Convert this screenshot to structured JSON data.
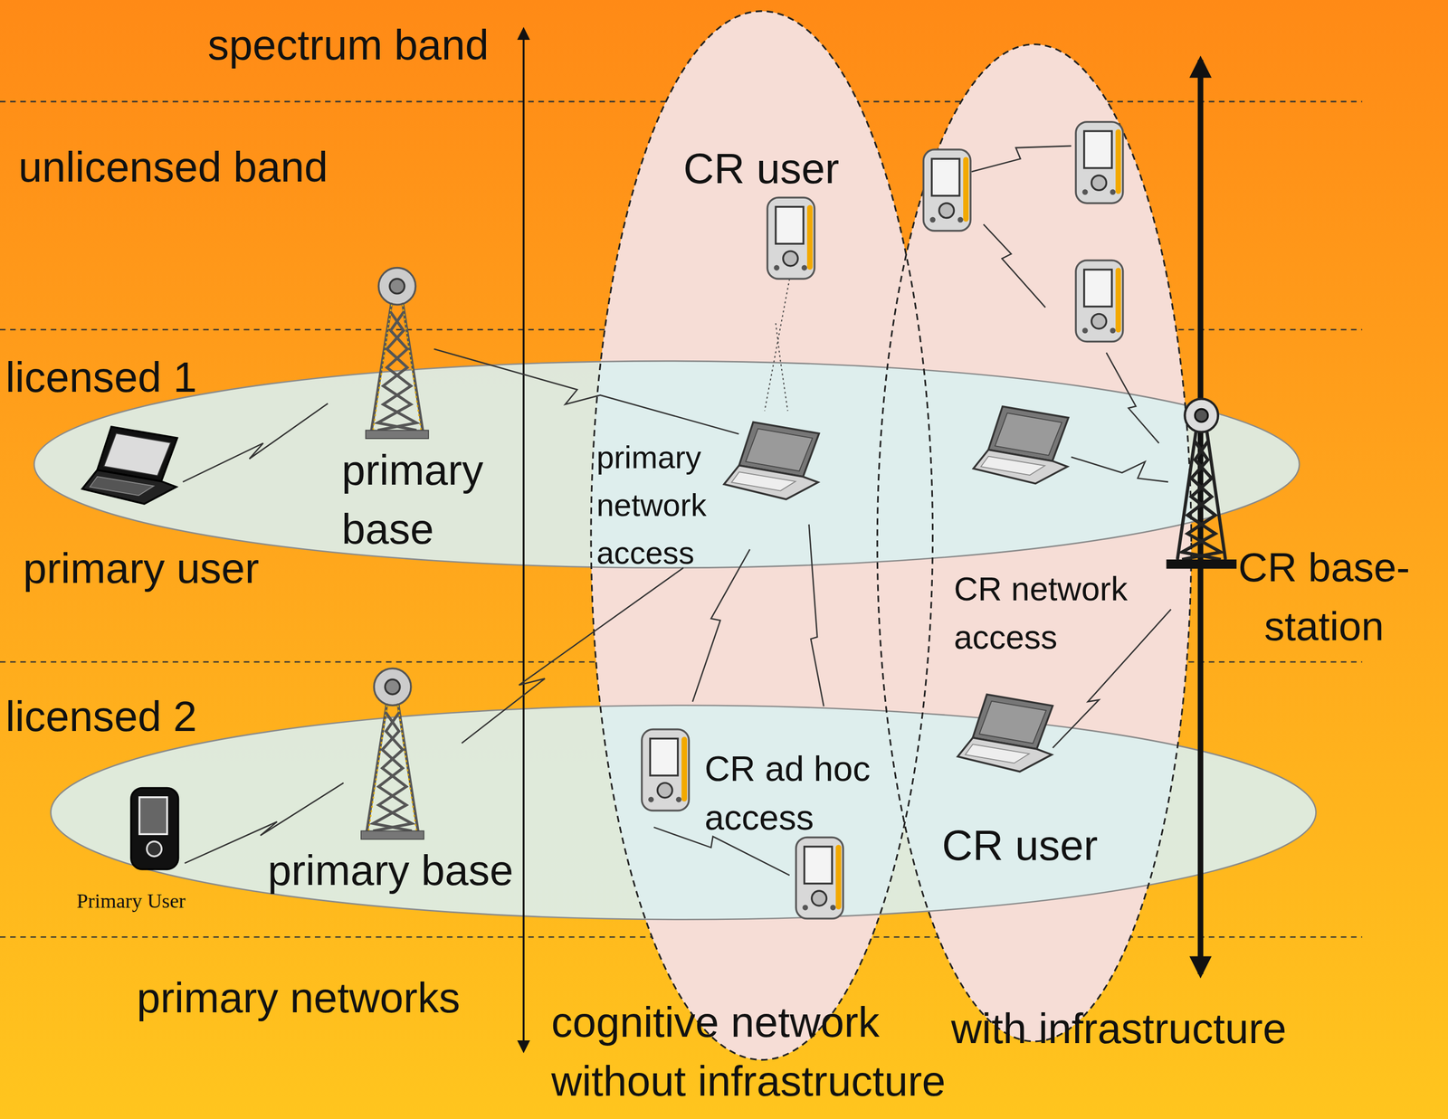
{
  "diagram": {
    "labels": [
      "spectrum band",
      "unlicensed band",
      "licensed 1",
      "primary base",
      "primary user",
      "licensed 2",
      "primary base",
      "Primary User",
      "primary networks",
      "CR user",
      "primary network access",
      "CR network access",
      "CR base-station",
      "CR ad hoc access",
      "CR user",
      "cognitive network without infrastructure",
      "with infrastructure"
    ]
  }
}
